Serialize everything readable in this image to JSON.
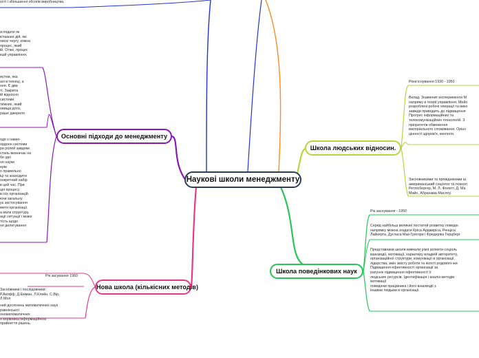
{
  "central": "Наукові школи менеджменту",
  "colors": {
    "central": "#2a3d5c",
    "osnovni": "#8b17b8",
    "nova": "#e6388a",
    "lyudskyh": "#b7d63a",
    "povedinkovyh": "#27c45a",
    "top_left": "#2233cc",
    "top_mid": "#2233cc",
    "top_right": "#ff8a1e"
  },
  "topics": {
    "osnovni": "Основні підходи до менеджменту",
    "nova": "Нова школа (кількісних методів)",
    "lyudskyh": "Школа людських відносин.",
    "povedinkovyh": "Школа поведінкових наук"
  },
  "notes": {
    "top": [
      "ості і збільшенні обсягів виробництва."
    ],
    "osn_1": [
      "зглядати як",
      "в'язаних дій, які",
      "овсю чергу, кожна",
      "процес, який",
      "ій. Отже, процес",
      "кцій управління."
    ],
    "osn_2": [
      "истем, яка",
      "ахі в техніці, а",
      "ння. Є два",
      "ті. Закрита",
      "ій відносно",
      "системи.",
      "тижних, який",
      "овища доти,",
      "раше джерело"
    ],
    "osn_3": [
      "одя з навко-",
      "ордонн системи",
      "ри ролей завдяки",
      "стиль визначає на",
      "бе ідеї",
      "ня науки",
      "ерів",
      "о правильно",
      "іці та знаходити",
      "онкретний набір",
      "в цей час. При",
      "ція процесу",
      "в ісіх організацій.",
      "ючи загальну",
      "ує застосування",
      "мети організації.",
      "а мати структуру,",
      "ації ситуації і може",
      "тість щодо",
      "ня делегування"
    ],
    "nova_1": [
      "Рік засування 1960"
    ],
    "nova_2": [
      "Засновники і послідовники:",
      "Р.Акофф, Д.Емман, Л.Клейн, С.Вір,",
      "Л.Мол"
    ],
    "nova_3": [
      "ний досягнень математичних наук",
      "равнінської",
      "ономатематичних",
      "я керівника інформаційною",
      "прийняття рішень."
    ],
    "lyud_1": [
      "Роки існування 1930 - 1950"
    ],
    "lyud_2": [
      "Вклад. Знаменит експерименти М",
      "напряму в теорії управління. Мейо",
      "розроблені робочі операції та вико",
      "завжди приводить до підвищення",
      "Прогрес інформаційних та",
      "телекомунікаційних технологій. З",
      "пріоритетів обмеження",
      "матеріального споживання. Орієн",
      "цінності здоров'я, екологія."
    ],
    "lyud_3": [
      "Засновниками та провідниками ш",
      "американський соціолог та психол",
      "Ретлісбергер, М. Л. Фолетт, Д. Ма",
      "Майо, Абрахама Маслоу."
    ],
    "pov_1": [
      "Рік заснування - 1950"
    ],
    "pov_2": [
      "Серед найбільш великих постатей розвитку поведін",
      "напрямку можна згадати Кріса Арджиріса, Ренціса",
      "Лайкерта, Дугласа Мак-Грегори і Фредеріка Герцберг"
    ],
    "pov_3": [
      "Представники школи вивчали різні аспекти соціаль",
      "взаємодії, мотивації, характеру владиїй авторитету,",
      "організаційної структури, комунікації в організації,",
      "лідерства, змін змісту роботи та якості родового жи",
      "Підвищення ефективності організації за",
      "рахунок підвищення ефективності її",
      "людських ресурсів. Ідентифікація і аналіз методів",
      "мотивації",
      "поведінки працівника і його взаємодії з",
      "іншими людьми в організації."
    ]
  }
}
